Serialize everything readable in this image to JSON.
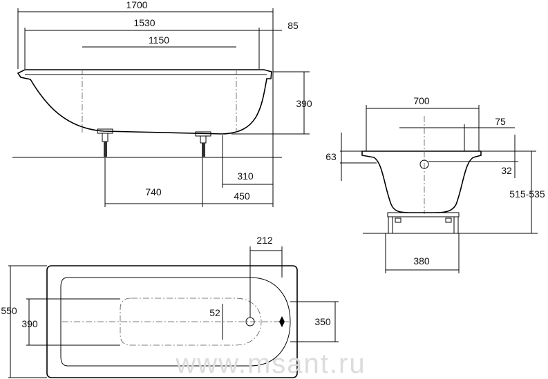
{
  "side_view": {
    "dims": {
      "overall_length": "1700",
      "inner_length": "1530",
      "rim_offset": "85",
      "bottom_length": "1150",
      "depth": "390",
      "drain_offset": "310",
      "leg_spacing": "740",
      "leg_to_end": "450"
    }
  },
  "front_view": {
    "dims": {
      "width": "700",
      "rim_edge": "75",
      "rim_height": "63",
      "drain_height": "32",
      "total_height": "515-535",
      "support_width": "380"
    }
  },
  "top_view": {
    "dims": {
      "drain_from_end": "212",
      "overall_width": "550",
      "inner_width": "390",
      "drain_radius": "52",
      "end_width": "350"
    }
  },
  "watermark": "www.msant.ru",
  "colors": {
    "line": "#000000",
    "watermark": "#dcdcdc"
  }
}
